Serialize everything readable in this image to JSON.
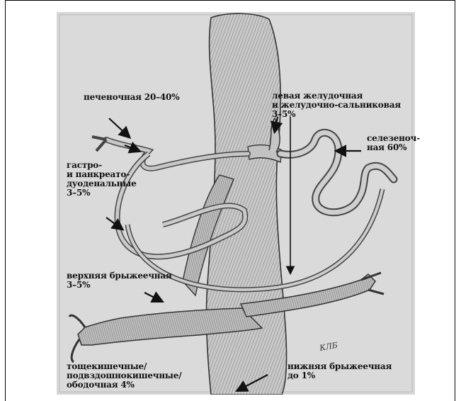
{
  "labels": {
    "hepatic": [
      "печеночная 20–40%"
    ],
    "left_gastric": [
      "левая желудочная",
      "и желудочно-сальниковая",
      "3–5%"
    ],
    "splenic": [
      "селезеноч-",
      "ная 60%"
    ],
    "gastro": [
      "гастро-",
      "и панкреато-",
      "дуоденальные",
      "3–5%"
    ],
    "superior_mesenteric": [
      "верхняя брыжеечная",
      "3–5%"
    ],
    "jejunal": [
      "тощекишечные/",
      "подвздошнокишечные/",
      "ободочная 4%"
    ],
    "inferior_mesenteric": [
      "нижняя брыжеечная",
      "до 1%"
    ],
    "signature": "КЛБ"
  },
  "colors": {
    "background": "#d9d9d9",
    "ink": "#1a1a1a",
    "vessel": "#b8b8b8"
  }
}
